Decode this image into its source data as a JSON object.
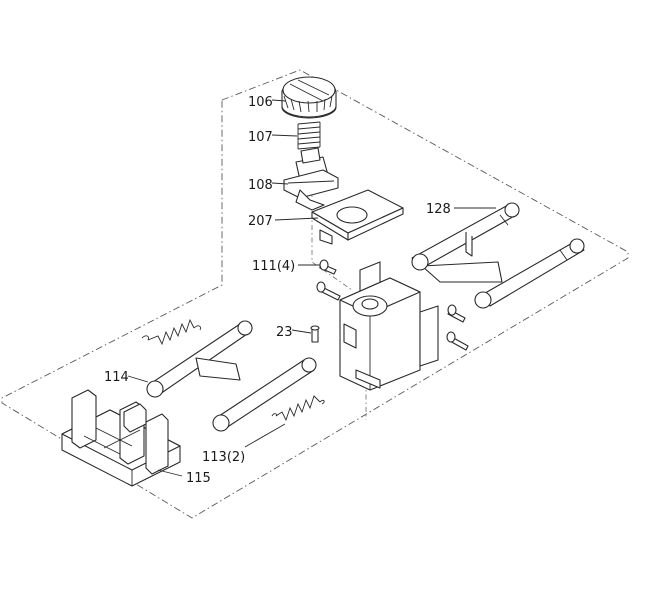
{
  "callouts": {
    "c106": "106",
    "c107": "107",
    "c108": "108",
    "c207": "207",
    "c128": "128",
    "c111": "111(4)",
    "c23": "23",
    "c114": "114",
    "c113": "113(2)",
    "c115": "115"
  }
}
